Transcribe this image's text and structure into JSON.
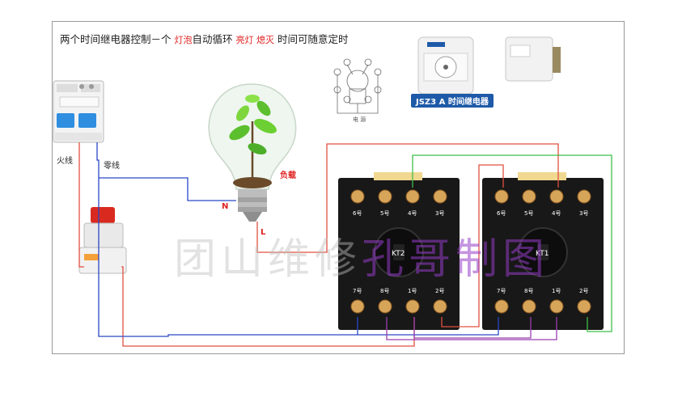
{
  "title": {
    "part1": "两个时间继电器控制－个",
    "red1": "灯泡",
    "part2": "自动循环",
    "red2": "亮灯 熄灭",
    "part3": "时间可随意定时"
  },
  "labels": {
    "live": "火线",
    "neutral": "零线",
    "load": "负载",
    "n": "N",
    "l": "L",
    "model": "JSZ3 A 时间继电器",
    "schematic_power": "电 源"
  },
  "relays": {
    "kt2": "KT2",
    "kt1": "KT1",
    "kt2_top_pins": [
      "6号",
      "5号",
      "4号",
      "3号"
    ],
    "kt2_bottom_pins": [
      "7号",
      "8号",
      "1号",
      "2号"
    ],
    "kt1_top_pins": [
      "6号",
      "5号",
      "4号",
      "3号"
    ],
    "kt1_bottom_pins": [
      "7号",
      "8号",
      "1号",
      "2号"
    ]
  },
  "watermark": {
    "faded": "团山维修",
    "strong": "孔哥制图"
  },
  "colors": {
    "red_wire": "#e05040",
    "blue_wire": "#2a47c8",
    "green_wire": "#3fbf4a",
    "purple_wire": "#9a3fb0",
    "accent_text": "#e02020",
    "model_badge": "#1e5aa8"
  }
}
